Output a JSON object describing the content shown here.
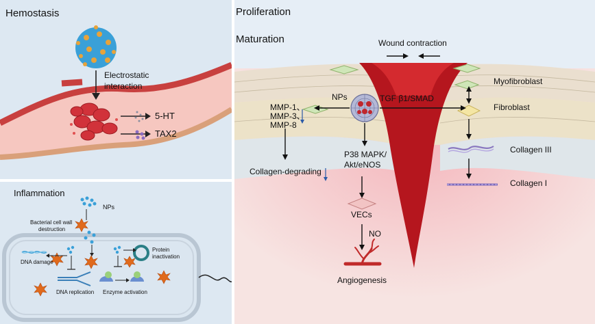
{
  "hemostasis": {
    "title": "Hemostasis",
    "electrostatic": "Electrostatic",
    "interaction": "interaction",
    "serotonin": "5-HT",
    "tax2": "TAX2"
  },
  "inflammation": {
    "title": "Inflammation",
    "nps": "NPs",
    "cell_wall_line1": "Bacterial cell wall",
    "cell_wall_line2": "destruction",
    "dna_damage": "DNA damage",
    "protein_line1": "Protein",
    "protein_line2": "inactivation",
    "dna_replication": "DNA replication",
    "enzyme_activation": "Enzyme activation"
  },
  "proliferation": {
    "title": "Proliferation",
    "maturation": "Maturation",
    "wound_contraction": "Wound contraction",
    "nps": "NPs",
    "tgf": "TGF β1/SMAD",
    "myofibroblast": "Myofibroblast",
    "fibroblast": "Fibroblast",
    "mmp1": "MMP-1、",
    "mmp3": "MMP-3、",
    "mmp8": "MMP-8",
    "p38_line1": "P38 MAPK/",
    "p38_line2": "Akt/eNOS",
    "collagen_degrading": "Collagen-degrading",
    "collagen3": "Collagen III",
    "collagen1": "Collagen I",
    "vecs": "VECs",
    "no": "NO",
    "angiogenesis": "Angiogenesis"
  },
  "colors": {
    "panel_bg": "#dde8f2",
    "vessel": "#c8403f",
    "blood_cell": "#d1323a",
    "wound": "#b5161e",
    "nanoparticle": "#3aa0d8",
    "dot": "#e8a33a"
  }
}
